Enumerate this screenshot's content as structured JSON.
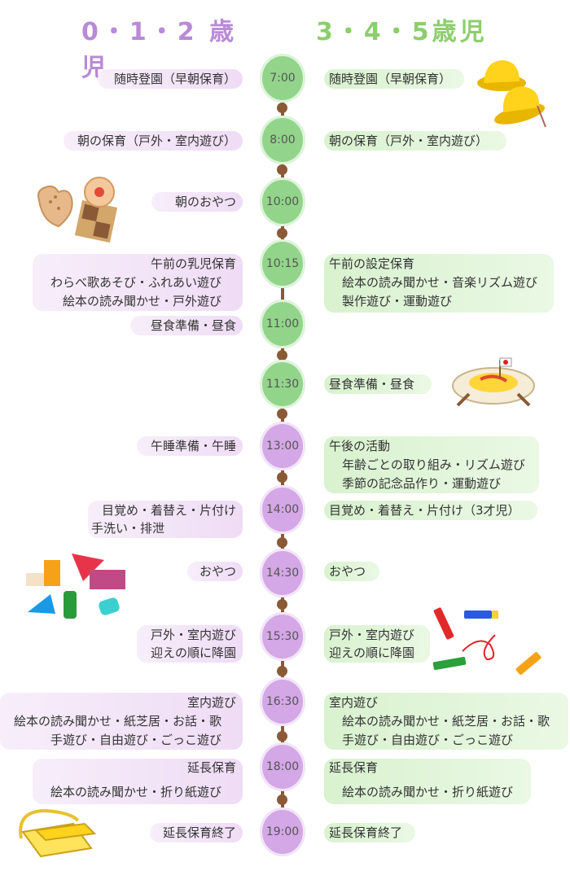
{
  "headers": {
    "left": "0・1・2 歳児",
    "right": "3・4・5歳児"
  },
  "timeline": [
    {
      "time": "7:00",
      "color": "green"
    },
    {
      "time": "8:00",
      "color": "green"
    },
    {
      "time": "10:00",
      "color": "green"
    },
    {
      "time": "10:15",
      "color": "green"
    },
    {
      "time": "11:00",
      "color": "green"
    },
    {
      "time": "11:30",
      "color": "green"
    },
    {
      "time": "13:00",
      "color": "purple"
    },
    {
      "time": "14:00",
      "color": "purple"
    },
    {
      "time": "14:30",
      "color": "purple"
    },
    {
      "time": "15:30",
      "color": "purple"
    },
    {
      "time": "16:30",
      "color": "purple"
    },
    {
      "time": "18:00",
      "color": "purple"
    },
    {
      "time": "19:00",
      "color": "purple"
    }
  ],
  "infant": {
    "t0700": "随時登園（早朝保育）",
    "t0800": "朝の保育（戸外・室内遊び）",
    "t1000": "朝のおやつ",
    "t1015": [
      "午前の乳児保育",
      "わらべ歌あそび・ふれあい遊び",
      "絵本の読み聞かせ・戸外遊び"
    ],
    "t1100": "昼食準備・昼食",
    "t1300": "午睡準備・午睡",
    "t1400": [
      "目覚め・着替え・片付け",
      "手洗い・排泄"
    ],
    "t1430": "おやつ",
    "t1530": [
      "戸外・室内遊び",
      "迎えの順に降園"
    ],
    "t1630": [
      "室内遊び",
      "絵本の読み聞かせ・紙芝居・お話・歌",
      "手遊び・自由遊び・ごっこ遊び"
    ],
    "t1800": [
      "延長保育",
      "絵本の読み聞かせ・折り紙遊び"
    ],
    "t1900": "延長保育終了"
  },
  "preschool": {
    "t0700": "随時登園（早朝保育）",
    "t0800": "朝の保育（戸外・室内遊び）",
    "t1015": [
      "午前の設定保育",
      "絵本の読み聞かせ・音楽リズム遊び",
      "製作遊び・運動遊び"
    ],
    "t1130": "昼食準備・昼食",
    "t1300": [
      "午後の活動",
      "年齢ごとの取り組み・リズム遊び",
      "季節の記念品作り・運動遊び"
    ],
    "t1400": "目覚め・着替え・片付け（3才児）",
    "t1430": "おやつ",
    "t1530": [
      "戸外・室内遊び",
      "迎えの順に降園"
    ],
    "t1630": [
      "室内遊び",
      "絵本の読み聞かせ・紙芝居・お話・歌",
      "手遊び・自由遊び・ごっこ遊び"
    ],
    "t1800": [
      "延長保育",
      "絵本の読み聞かせ・折り紙遊び"
    ],
    "t1900": "延長保育終了"
  },
  "decorations": [
    "yellow-hat-icon",
    "cookie-icon",
    "omurice-icon",
    "building-blocks-icon",
    "crayons-icon",
    "shoulder-bag-icon"
  ]
}
